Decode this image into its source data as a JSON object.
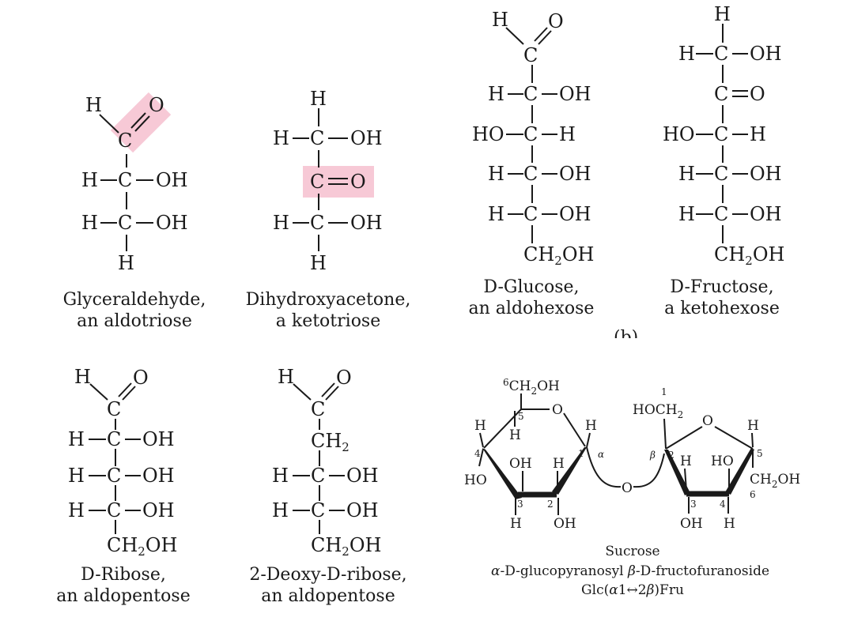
{
  "colors": {
    "highlight": "#f7c9d6",
    "ink": "#1a1a1a"
  },
  "atoms": {
    "H": "H",
    "C": "C",
    "O": "O",
    "OH": "OH",
    "HO": "HO",
    "CH": "CH",
    "two": "2",
    "six": "6"
  },
  "glyceraldehyde": {
    "name": "Glyceraldehyde,",
    "type": "an aldotriose"
  },
  "dihydroxyacetone": {
    "name": "Dihydroxyacetone,",
    "type": "a ketotriose"
  },
  "glucose": {
    "name": "D-Glucose,",
    "type": "an aldohexose"
  },
  "fructose": {
    "name": "D-Fructose,",
    "type": "a ketohexose"
  },
  "ribose": {
    "name": "D-Ribose,",
    "type": "an aldopentose"
  },
  "deoxyribose": {
    "name": "2-Deoxy-D-ribose,",
    "type": "an aldopentose"
  },
  "panel_marker": "(b)",
  "sucrose": {
    "name": "Sucrose",
    "line2": {
      "alpha": "α",
      "a": "-D-glucopyranosyl ",
      "beta": "β",
      "b": "-D-fructofuranoside"
    },
    "line3": {
      "a": "Glc(",
      "alpha": "α",
      "b": "1↔2",
      "beta": "β",
      "c": ")Fru"
    },
    "glucose_ring": {
      "ch2oh_six": "6",
      "ch2oh": "CH",
      "ch2oh_sub": "2",
      "ch2oh_end": "OH",
      "o": "O",
      "h": "H",
      "oh": "OH",
      "ho": "HO",
      "pos": {
        "c1": "1",
        "c2": "2",
        "c3": "3",
        "c4": "4",
        "c5": "5"
      }
    },
    "fructose_ring": {
      "hoch2_pre": "HOCH",
      "hoch2_sub": "2",
      "hoch2_num": "1",
      "o": "O",
      "h": "H",
      "oh": "OH",
      "ho": "HO",
      "ch2oh": "CH",
      "ch2oh_sub": "2",
      "ch2oh_end": "OH",
      "pos": {
        "c2": "2",
        "c3": "3",
        "c4": "4",
        "c5": "5",
        "c6": "6"
      }
    },
    "bridge_o": "O",
    "alpha": "α",
    "beta": "β"
  }
}
